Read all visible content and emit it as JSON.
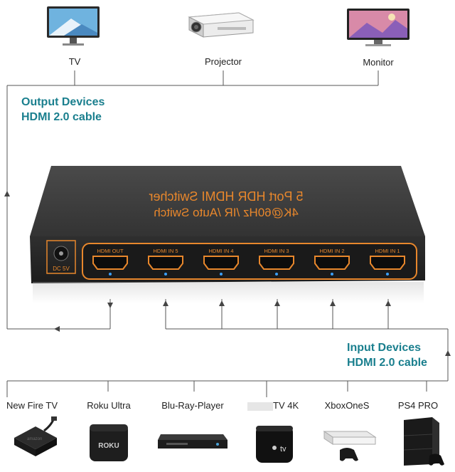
{
  "top_devices": [
    {
      "name": "tv",
      "label": "TV"
    },
    {
      "name": "projector",
      "label": "Projector"
    },
    {
      "name": "monitor",
      "label": "Monitor"
    }
  ],
  "output_caption": {
    "line1": "Output Devices",
    "line2": "HDMI 2.0 cable"
  },
  "input_caption": {
    "line1": "Input Devices",
    "line2": "HDMI 2.0 cable"
  },
  "switcher": {
    "title_mirrored": "5 Port HDR HDMI Switcher",
    "subtitle_mirrored": "4K@60Hz /IR /Auto Switch",
    "power_label": "DC 5V",
    "ports": [
      "HDMI OUT",
      "HDMI IN 5",
      "HDMI IN 4",
      "HDMI IN 3",
      "HDMI IN 2",
      "HDMI IN 1"
    ]
  },
  "bottom_devices": [
    {
      "name": "new-fire-tv",
      "label": "New Fire TV"
    },
    {
      "name": "roku-ultra",
      "label": "Roku Ultra"
    },
    {
      "name": "blu-ray-player",
      "label": "Blu-Ray-Player"
    },
    {
      "name": "apple-tv-4k",
      "label": "TV 4K"
    },
    {
      "name": "xbox-one-s",
      "label": "XboxOneS"
    },
    {
      "name": "ps4-pro",
      "label": "PS4 PRO"
    }
  ],
  "colors": {
    "accent": "#1a7f8e",
    "orange": "#e8872c",
    "body": "#3a3a3a",
    "line": "#555555"
  }
}
